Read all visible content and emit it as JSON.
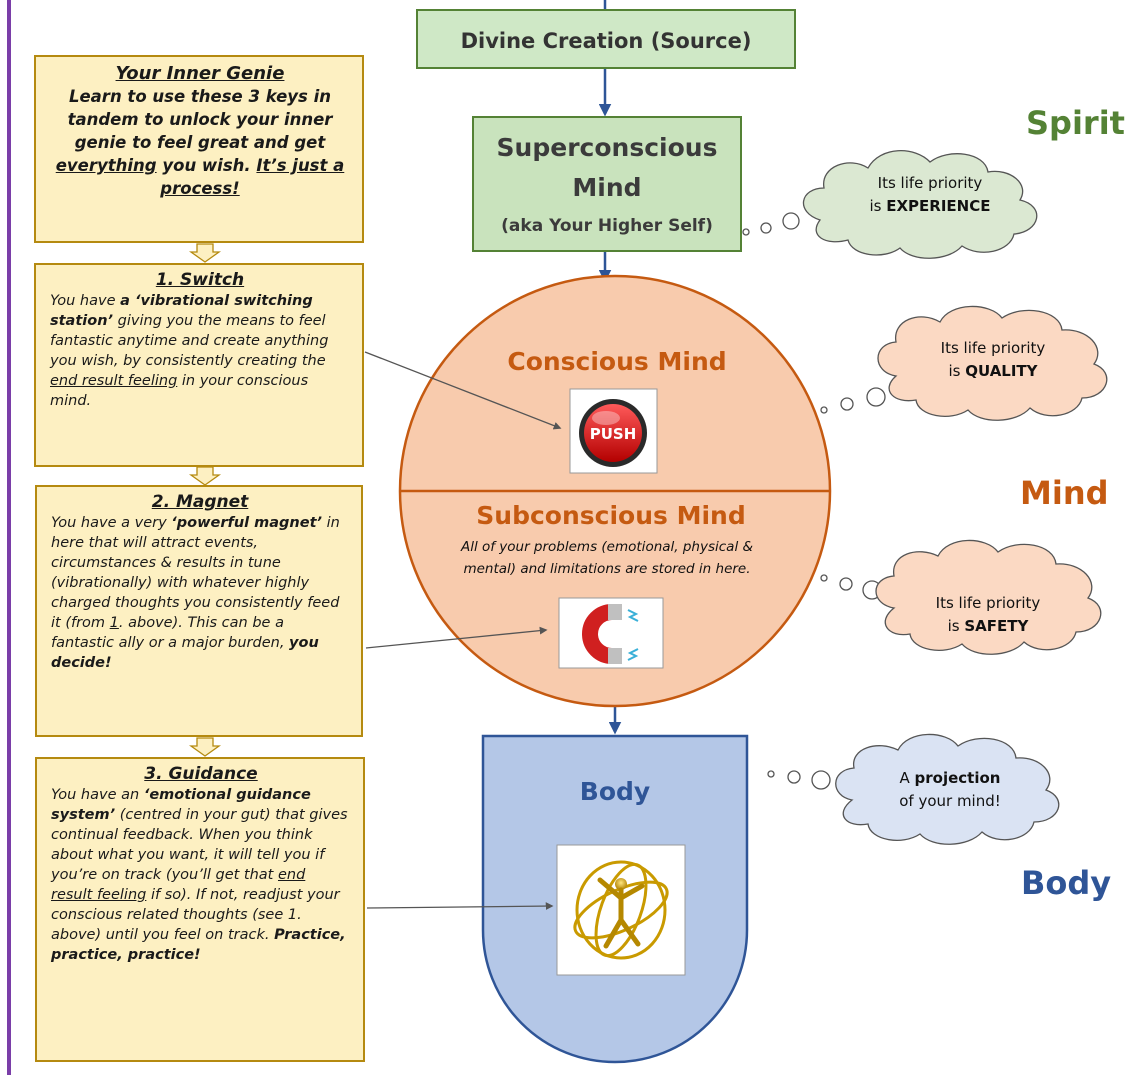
{
  "source_box": {
    "label": "Divine Creation (Source)"
  },
  "superconscious": {
    "line1": "Superconscious",
    "line2": "Mind",
    "line3": "(aka Your Higher Self)"
  },
  "conscious": {
    "label": "Conscious Mind",
    "push_label": "PUSH"
  },
  "subconscious": {
    "label": "Subconscious Mind",
    "desc_line1": "All of your problems (emotional, physical &",
    "desc_line2": "mental) and limitations are stored in here."
  },
  "body_shape": {
    "label": "Body"
  },
  "side_labels": {
    "spirit": "Spirit",
    "mind": "Mind",
    "body": "Body"
  },
  "thoughts": {
    "experience": {
      "line1": "Its life priority",
      "pre": "is ",
      "bold": "EXPERIENCE"
    },
    "quality": {
      "line1": "Its life priority",
      "pre": "is ",
      "bold": "QUALITY"
    },
    "safety": {
      "line1": "Its life priority",
      "pre": "is ",
      "bold": "SAFETY"
    },
    "projection": {
      "pre": "A ",
      "bold": "projection",
      "line2": "of your mind!"
    }
  },
  "genie": {
    "title": "Your Inner Genie",
    "t1": "Learn to use these 3 keys in tandem to unlock your inner genie to feel great and get ",
    "u1": "everything",
    "t2": " you wish. ",
    "u2": "It’s just a process!"
  },
  "switch": {
    "title": "1. Switch",
    "t1": "You have ",
    "b1": "a ‘vibrational switching station’",
    "t2": " giving you the means to feel fantastic anytime and create anything you wish, by consistently creating the ",
    "u1": "end result feeling",
    "t3": " in your conscious mind."
  },
  "magnet": {
    "title": "2. Magnet",
    "t1": "You have a very ",
    "b1": "‘powerful magnet’",
    "t2": " in here that will attract events, circumstances & results in tune (vibrationally) with whatever highly charged thoughts you consistently feed it (from ",
    "u1": "1",
    "t3": ". above). This can be a fantastic ally or a major burden, ",
    "b2": "you decide!"
  },
  "guidance": {
    "title": "3. Guidance",
    "t1": "You have an ",
    "b1": "‘emotional guidance system’",
    "t2": " (centred in your gut) that gives continual feedback. When you think about what you want, it will tell you if you’re on track (you’ll get that ",
    "u1": "end result feeling",
    "t3": " if so). If not, readjust your conscious related thoughts (see 1. above) until you feel on track. ",
    "b2": "Practice, practice, practice!"
  },
  "colors": {
    "spirit_green": "#548235",
    "mind_orange": "#c55a11",
    "body_blue": "#2f5597",
    "arrow_blue": "#2e5597",
    "box_fill": "#fdf0c2",
    "box_border": "#b58a10"
  },
  "icons": {
    "push": "push-button-icon",
    "magnet": "horseshoe-magnet-icon",
    "figure": "gyroscope-figure-icon"
  }
}
